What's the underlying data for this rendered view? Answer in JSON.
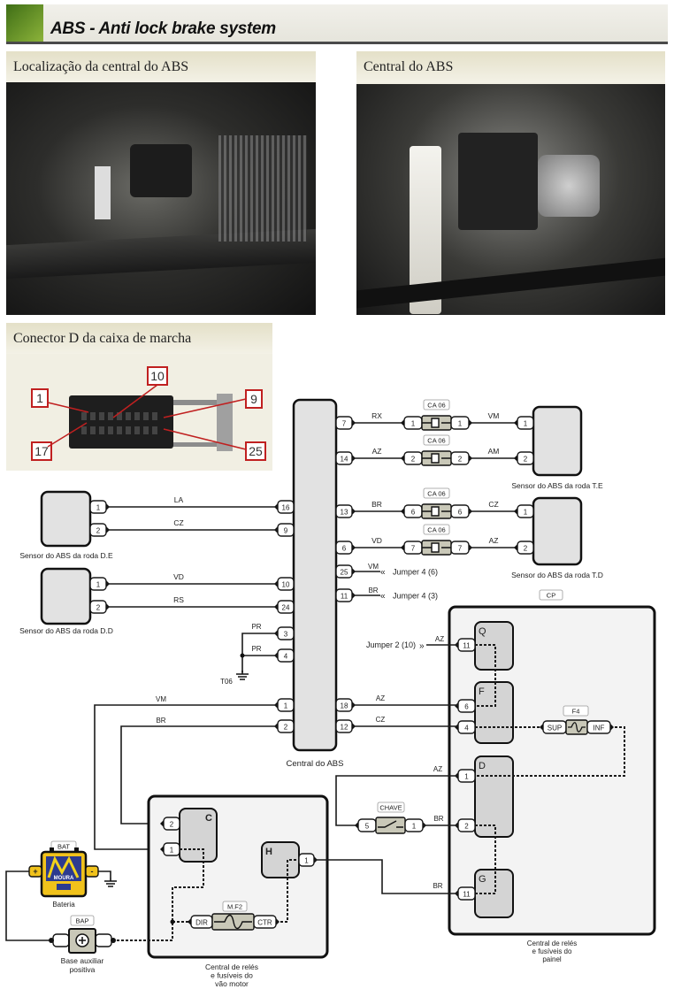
{
  "header": {
    "title": "ABS - Anti lock brake system",
    "accent": "#5a8a1e"
  },
  "panels": {
    "location": "Localização da central do ABS",
    "central": "Central do ABS",
    "connector": "Conector D da caixa de marcha"
  },
  "connector_callouts": {
    "c1": "1",
    "c10": "10",
    "c9": "9",
    "c17": "17",
    "c25": "25"
  },
  "diagram": {
    "abs": {
      "label": "Central do ABS",
      "right_pins": [
        "7",
        "14",
        "13",
        "6",
        "25",
        "11",
        "18",
        "12"
      ],
      "left_pins": [
        "16",
        "9",
        "10",
        "24",
        "3",
        "4",
        "1",
        "2"
      ]
    },
    "ca06": {
      "tag": "CA 06",
      "pins": [
        "1",
        "2",
        "6",
        "7"
      ],
      "wires_left": [
        "RX",
        "AZ",
        "BR",
        "VD"
      ],
      "wires_right": [
        "VM",
        "AM",
        "CZ",
        "AZ"
      ]
    },
    "sensor_te": {
      "label": "Sensor do ABS da roda T.E",
      "pins": [
        "1",
        "2"
      ]
    },
    "sensor_td": {
      "label": "Sensor do ABS da roda T.D",
      "pins": [
        "1",
        "2"
      ]
    },
    "sensor_de": {
      "label": "Sensor do ABS da roda D.E",
      "pins": [
        "1",
        "2"
      ],
      "wires": [
        "LA",
        "CZ"
      ]
    },
    "sensor_dd": {
      "label": "Sensor do ABS da roda D.D",
      "pins": [
        "1",
        "2"
      ],
      "wires": [
        "VD",
        "RS"
      ]
    },
    "jumpers": [
      {
        "wire": "VM",
        "label": "Jumper 4 (6)"
      },
      {
        "wire": "BR",
        "label": "Jumper 4 (3)"
      }
    ],
    "ground": {
      "wires": [
        "PR",
        "PR"
      ],
      "label": "T06"
    },
    "feed_wires": [
      "VM",
      "BR"
    ],
    "engine_box": {
      "label_lines": [
        "Central de relés",
        "e fusíveis do",
        "vão motor"
      ],
      "relay_c": "C",
      "relay_c_pins": [
        "2",
        "1"
      ],
      "relay_h": "H",
      "relay_h_pin": "1",
      "fuse": {
        "tag": "M.F2",
        "left": "DIR",
        "right": "CTR"
      }
    },
    "battery": {
      "tag": "BAT",
      "label": "Bateria",
      "brand": "MOURA",
      "plus": "+",
      "minus": "-"
    },
    "bap": {
      "tag": "BAP",
      "label_lines": [
        "Base auxiliar",
        "positiva"
      ]
    },
    "panel_box": {
      "tag": "CP",
      "label_lines": [
        "Central de relés",
        "e fusíveis do",
        "painel"
      ],
      "relays": [
        "Q",
        "F",
        "D",
        "G"
      ],
      "pins": {
        "q": "11",
        "f6": "6",
        "f4": "4",
        "d1": "1",
        "d2": "2",
        "g": "11"
      },
      "wires": {
        "w18": "AZ",
        "w12": "CZ",
        "jumper": "AZ",
        "d1": "AZ",
        "d2": "BR",
        "g": "BR"
      },
      "jumper_label": "Jumper 2 (10)",
      "fuse": {
        "tag": "F4",
        "left": "SUP",
        "right": "INF"
      },
      "switch": {
        "tag": "CHAVE",
        "left": "5",
        "right": "1"
      }
    }
  }
}
